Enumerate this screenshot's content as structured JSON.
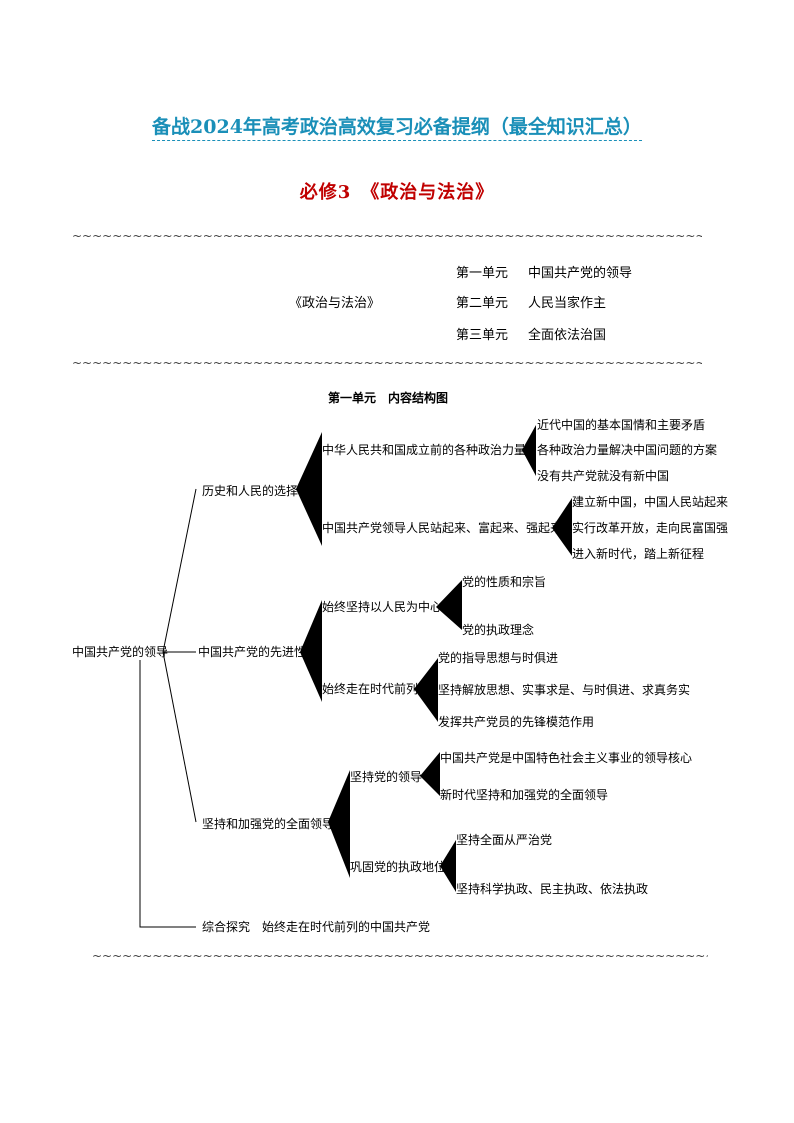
{
  "document": {
    "title": "备战2024年高考政治高效复习必备提纲（最全知识汇总）",
    "subtitle": "必修3　《政治与法治》",
    "divider": "~~~~~~~~~~~~~~~~~~~~~~~~~~~~~~~~~~~~~~~~~~~~~~~~~~~~~~~~~~~~~~~~~~~~~~~~~~~~~~~~~~~~~~~~~~~~~~~~~~~~~~~~~~~~"
  },
  "overview": {
    "book": "《政治与法治》",
    "units": [
      {
        "label": "第一单元",
        "name": "中国共产党的领导"
      },
      {
        "label": "第二单元",
        "name": "人民当家作主"
      },
      {
        "label": "第三单元",
        "name": "全面依法治国"
      }
    ]
  },
  "chart": {
    "title": "第一单元　内容结构图",
    "root": "中国共产党的领导",
    "branches": [
      {
        "label": "历史和人民的选择",
        "children": [
          {
            "label": "中华人民共和国成立前的各种政治力量",
            "items": [
              "近代中国的基本国情和主要矛盾",
              "各种政治力量解决中国问题的方案",
              "没有共产党就没有新中国"
            ]
          },
          {
            "label": "中国共产党领导人民站起来、富起来、强起来",
            "items": [
              "建立新中国，中国人民站起来",
              "实行改革开放，走向民富国强",
              "进入新时代，踏上新征程"
            ]
          }
        ]
      },
      {
        "label": "中国共产党的先进性",
        "children": [
          {
            "label": "始终坚持以人民为中心",
            "items": [
              "党的性质和宗旨",
              "党的执政理念"
            ]
          },
          {
            "label": "始终走在时代前列",
            "items": [
              "党的指导思想与时俱进",
              "坚持解放思想、实事求是、与时俱进、求真务实",
              "发挥共产党员的先锋模范作用"
            ]
          }
        ]
      },
      {
        "label": "坚持和加强党的全面领导",
        "children": [
          {
            "label": "坚持党的领导",
            "items": [
              "中国共产党是中国特色社会主义事业的领导核心",
              "新时代坚持和加强党的全面领导"
            ]
          },
          {
            "label": "巩固党的执政地位",
            "items": [
              "坚持全面从严治党",
              "坚持科学执政、民主执政、依法执政"
            ]
          }
        ]
      },
      {
        "label": "综合探究　始终走在时代前列的中国共产党"
      }
    ]
  }
}
